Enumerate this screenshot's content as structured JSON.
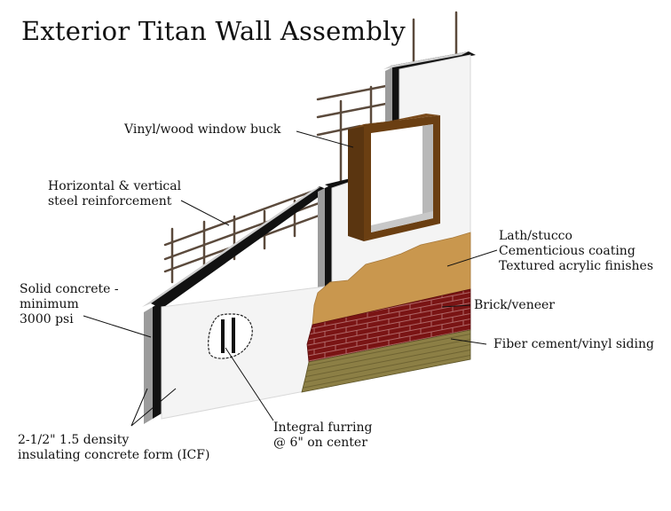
{
  "title": "Exterior Titan Wall Assembly",
  "labels": {
    "window_buck": "Vinyl/wood window buck",
    "reinforcement": [
      "Horizontal & vertical",
      "steel reinforcement"
    ],
    "finishes": [
      "Lath/stucco",
      "Cementicious coating",
      "Textured acrylic finishes"
    ],
    "solid_concrete": [
      "Solid concrete -",
      "minimum",
      "3000 psi"
    ],
    "brick": "Brick/veneer",
    "siding": "Fiber cement/vinyl siding",
    "furring": [
      "Integral furring",
      "@ 6\" on center"
    ],
    "icf": [
      "2-1/2\"  1.5 density",
      "insulating concrete form (ICF)"
    ]
  },
  "colors": {
    "foam_face": "#f4f4f4",
    "foam_edge": "#9c9c9c",
    "concrete_core": "#111111",
    "rebar": "#5b4a3c",
    "window_buck": "#5a3510",
    "stucco": "#c9974e",
    "brick": "#7a1414",
    "mortar": "#b06868",
    "siding": "#8c7f45",
    "leader": "#111111"
  }
}
